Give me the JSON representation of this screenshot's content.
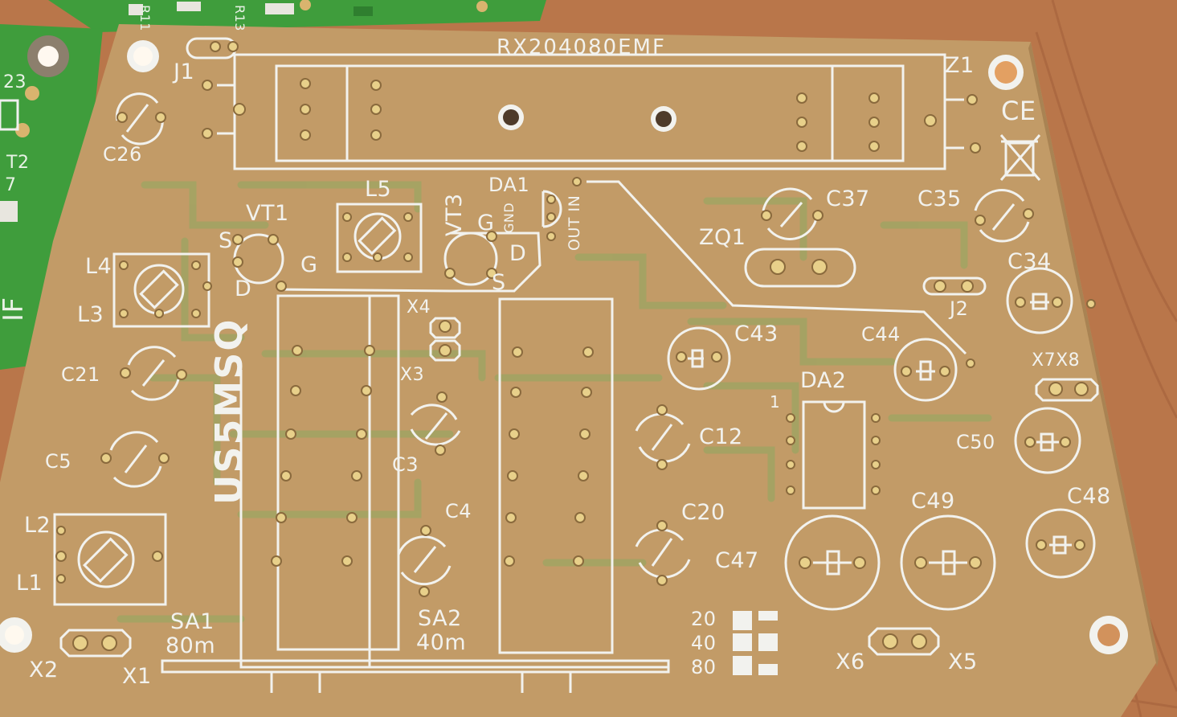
{
  "board": {
    "title": "RX204080EMF",
    "callsign": "US5MSQ",
    "ic_pin1": "1",
    "module_pins": "GND",
    "module_side": "OUT IN",
    "conformity_mark": "CE",
    "bin_mark": "weee-bin-icon"
  },
  "components": {
    "j1": "J1",
    "c26": "C26",
    "vt1": "VT1",
    "l5": "L5",
    "vt3": "VT3",
    "da1": "DA1",
    "c37": "C37",
    "c35": "C35",
    "z1": "Z1",
    "l4": "L4",
    "l3": "L3",
    "zq1": "ZQ1",
    "c34": "C34",
    "j2": "J2",
    "x4": "X4",
    "x3": "X3",
    "c43": "C43",
    "c44": "C44",
    "c21": "C21",
    "da2": "DA2",
    "x7x8": "X7X8",
    "c5": "C5",
    "c3": "C3",
    "c12": "C12",
    "c50": "C50",
    "c4": "C4",
    "c20": "C20",
    "c49": "C49",
    "c48": "C48",
    "l2": "L2",
    "l1": "L1",
    "c47": "C47",
    "x2": "X2",
    "x1": "X1",
    "x6": "X6",
    "x5": "X5"
  },
  "pin_letters": {
    "vt1_s": "S",
    "vt1_g": "G",
    "vt1_d": "D",
    "vt3_g": "G",
    "vt3_d": "D",
    "vt3_s": "S"
  },
  "switches": {
    "sa1": {
      "name": "SA1",
      "band": "80m"
    },
    "sa2": {
      "name": "SA2",
      "band": "40m"
    }
  },
  "band_table": [
    "20",
    "40",
    "80"
  ],
  "neighbor_board": {
    "labels": [
      "R11",
      "R13",
      "23",
      "T2",
      "7",
      "IF"
    ]
  },
  "colors": {
    "wood": "#b9764a",
    "pcb": "#c29b67",
    "silkscreen": "#f2f2ee",
    "trace_ghost": "#9ca562",
    "green_pcb": "#3f9d3c"
  }
}
